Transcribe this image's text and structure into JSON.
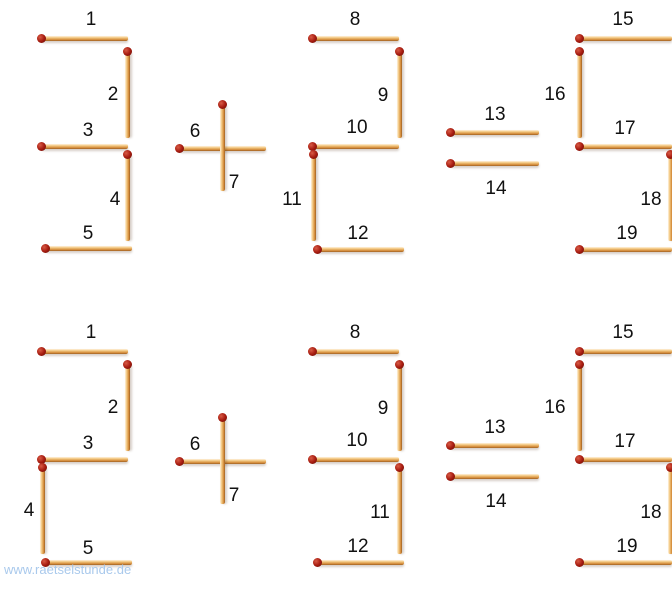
{
  "puzzle": {
    "top": {
      "matches": [
        {
          "n": "1"
        },
        {
          "n": "2"
        },
        {
          "n": "3"
        },
        {
          "n": "4"
        },
        {
          "n": "5"
        },
        {
          "n": "6"
        },
        {
          "n": "7"
        },
        {
          "n": "8"
        },
        {
          "n": "9"
        },
        {
          "n": "10"
        },
        {
          "n": "11"
        },
        {
          "n": "12"
        },
        {
          "n": "13"
        },
        {
          "n": "14"
        },
        {
          "n": "15"
        },
        {
          "n": "16"
        },
        {
          "n": "17"
        },
        {
          "n": "18"
        },
        {
          "n": "19"
        }
      ]
    },
    "bottom": {
      "matches": [
        {
          "n": "1"
        },
        {
          "n": "2"
        },
        {
          "n": "3"
        },
        {
          "n": "4"
        },
        {
          "n": "5"
        },
        {
          "n": "6"
        },
        {
          "n": "7"
        },
        {
          "n": "8"
        },
        {
          "n": "9"
        },
        {
          "n": "10"
        },
        {
          "n": "11"
        },
        {
          "n": "12"
        },
        {
          "n": "13"
        },
        {
          "n": "14"
        },
        {
          "n": "15"
        },
        {
          "n": "16"
        },
        {
          "n": "17"
        },
        {
          "n": "18"
        },
        {
          "n": "19"
        }
      ]
    }
  },
  "watermark": "www.raetselstunde.de",
  "colors": {
    "match_head": "#a81d11",
    "match_wood": "#e0a050",
    "watermark": "#a9c9ec"
  }
}
